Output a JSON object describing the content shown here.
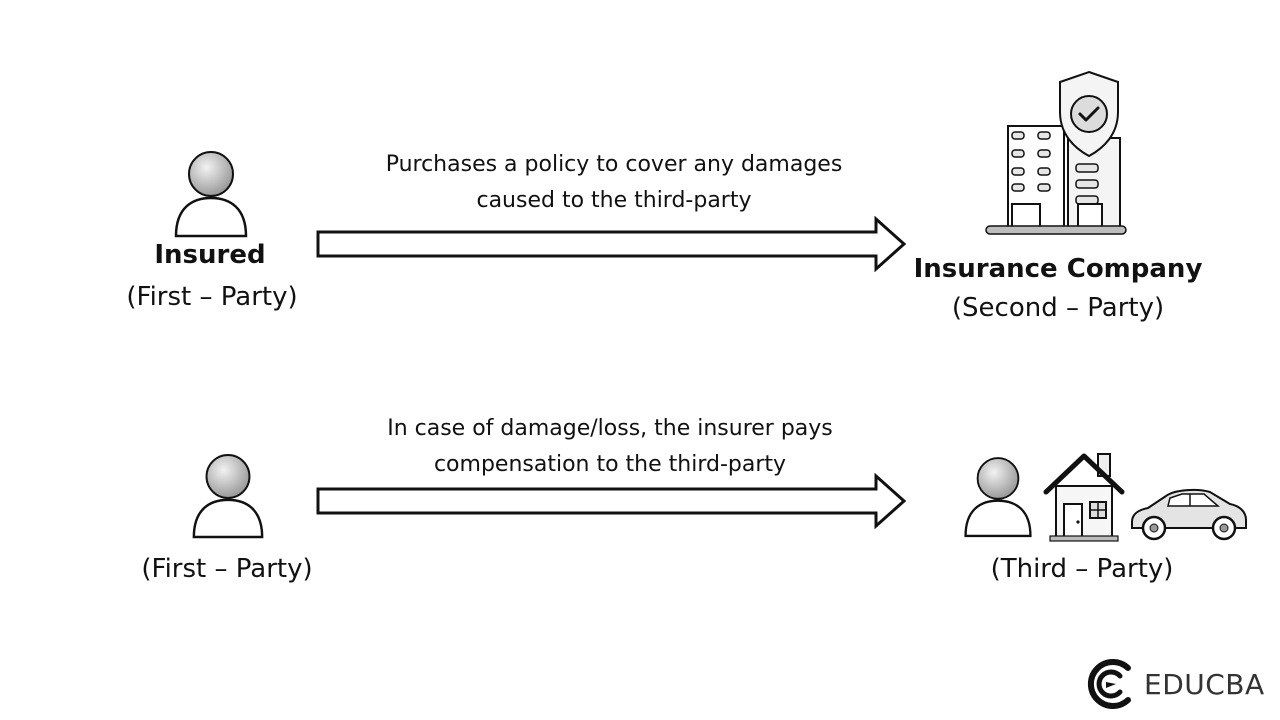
{
  "row1": {
    "left": {
      "title": "Insured",
      "subtitle": "(First – Party)"
    },
    "caption": [
      "Purchases a policy to cover any damages",
      "caused to the third-party"
    ],
    "right": {
      "title": "Insurance Company",
      "subtitle": "(Second – Party)"
    }
  },
  "row2": {
    "left": {
      "subtitle": "(First – Party)"
    },
    "caption": [
      "In case of damage/loss, the insurer pays",
      "compensation to the third-party"
    ],
    "right": {
      "subtitle": "(Third – Party)"
    }
  },
  "logo": {
    "text": "EDUCBA"
  },
  "icons": {
    "person": "person-icon",
    "building": "insurance-building-icon",
    "shield": "shield-check-icon",
    "house": "house-icon",
    "car": "car-icon",
    "logo": "educba-logo-icon"
  },
  "colors": {
    "stroke": "#111111",
    "head_fill": "#c8c8c8",
    "background": "#ffffff"
  }
}
